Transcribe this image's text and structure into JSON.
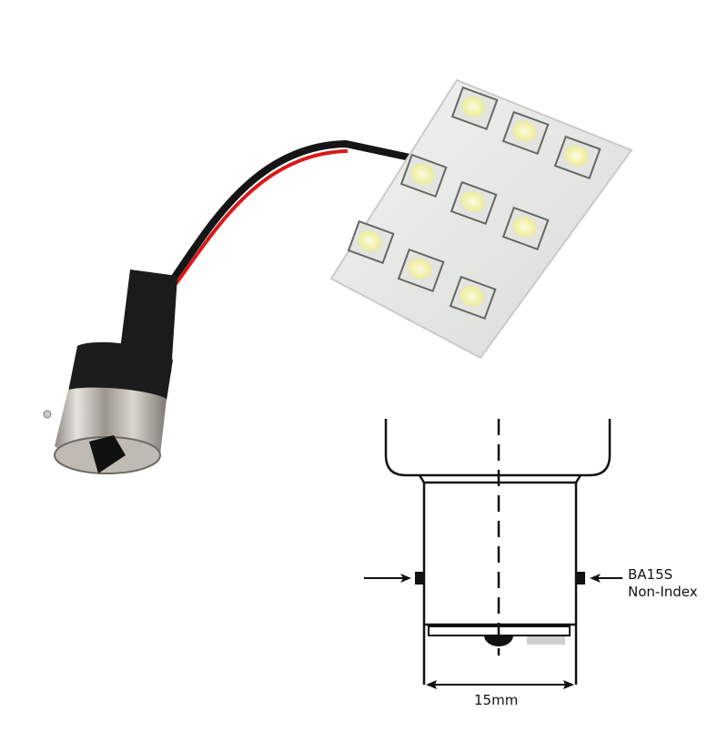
{
  "product": {
    "name": "BA15S LED panel with 9 SMD LEDs",
    "led_count": 9,
    "colors": {
      "pcb": "#e6e8e6",
      "led_glow": "#f3f2a8",
      "wire_red": "#d61a1a",
      "wire_black": "#151515",
      "socket_black": "#1b1b1b",
      "metal_base": "#b9b4ad"
    }
  },
  "diagram": {
    "base_type": "BA15S",
    "index_type": "Non-Index",
    "diameter": "15mm"
  }
}
